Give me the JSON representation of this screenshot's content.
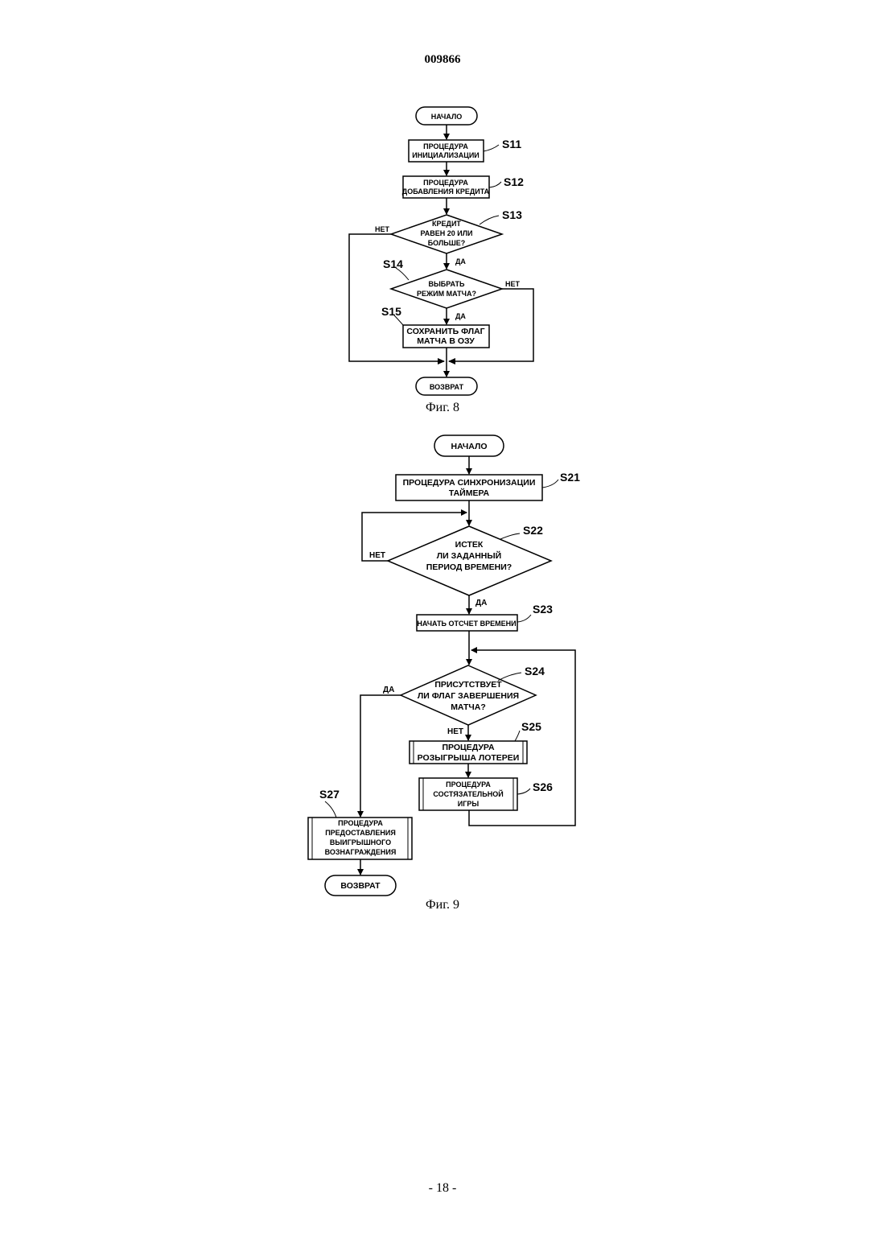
{
  "document": {
    "number": "009866",
    "page": "- 18 -"
  },
  "fig8": {
    "caption": "Фиг. 8",
    "start": "НАЧАЛО",
    "s11": {
      "label": "S11",
      "line1": "ПРОЦЕДУРА",
      "line2": "ИНИЦИАЛИЗАЦИИ"
    },
    "s12": {
      "label": "S12",
      "line1": "ПРОЦЕДУРА",
      "line2": "ДОБАВЛЕНИЯ КРЕДИТА"
    },
    "s13": {
      "label": "S13",
      "line1": "КРЕДИТ",
      "line2": "РАВЕН 20 ИЛИ",
      "line3": "БОЛЬШЕ?",
      "no": "НЕТ",
      "yes": "ДА"
    },
    "s14": {
      "label": "S14",
      "line1": "ВЫБРАТЬ",
      "line2": "РЕЖИМ МАТЧА?",
      "no": "НЕТ",
      "yes": "ДА"
    },
    "s15": {
      "label": "S15",
      "line1": "СОХРАНИТЬ ФЛАГ",
      "line2": "МАТЧА В ОЗУ"
    },
    "end": "ВОЗВРАТ"
  },
  "fig9": {
    "caption": "Фиг. 9",
    "start": "НАЧАЛО",
    "s21": {
      "label": "S21",
      "line1": "ПРОЦЕДУРА СИНХРОНИЗАЦИИ",
      "line2": "ТАЙМЕРА"
    },
    "s22": {
      "label": "S22",
      "line1": "ИСТЕК",
      "line2": "ЛИ ЗАДАННЫЙ",
      "line3": "ПЕРИОД ВРЕМЕНИ?",
      "no": "НЕТ",
      "yes": "ДА"
    },
    "s23": {
      "label": "S23",
      "line1": "НАЧАТЬ ОТСЧЕТ ВРЕМЕНИ"
    },
    "s24": {
      "label": "S24",
      "line1": "ПРИСУТСТВУЕТ",
      "line2": "ЛИ ФЛАГ ЗАВЕРШЕНИЯ",
      "line3": "МАТЧА?",
      "no": "НЕТ",
      "yes": "ДА"
    },
    "s25": {
      "label": "S25",
      "line1": "ПРОЦЕДУРА",
      "line2": "РОЗЫГРЫША ЛОТЕРЕИ"
    },
    "s26": {
      "label": "S26",
      "line1": "ПРОЦЕДУРА",
      "line2": "СОСТЯЗАТЕЛЬНОЙ",
      "line3": "ИГРЫ"
    },
    "s27": {
      "label": "S27",
      "line1": "ПРОЦЕДУРА",
      "line2": "ПРЕДОСТАВЛЕНИЯ",
      "line3": "ВЫИГРЫШНОГО",
      "line4": "ВОЗНАГРАЖДЕНИЯ"
    },
    "end": "ВОЗВРАТ"
  }
}
